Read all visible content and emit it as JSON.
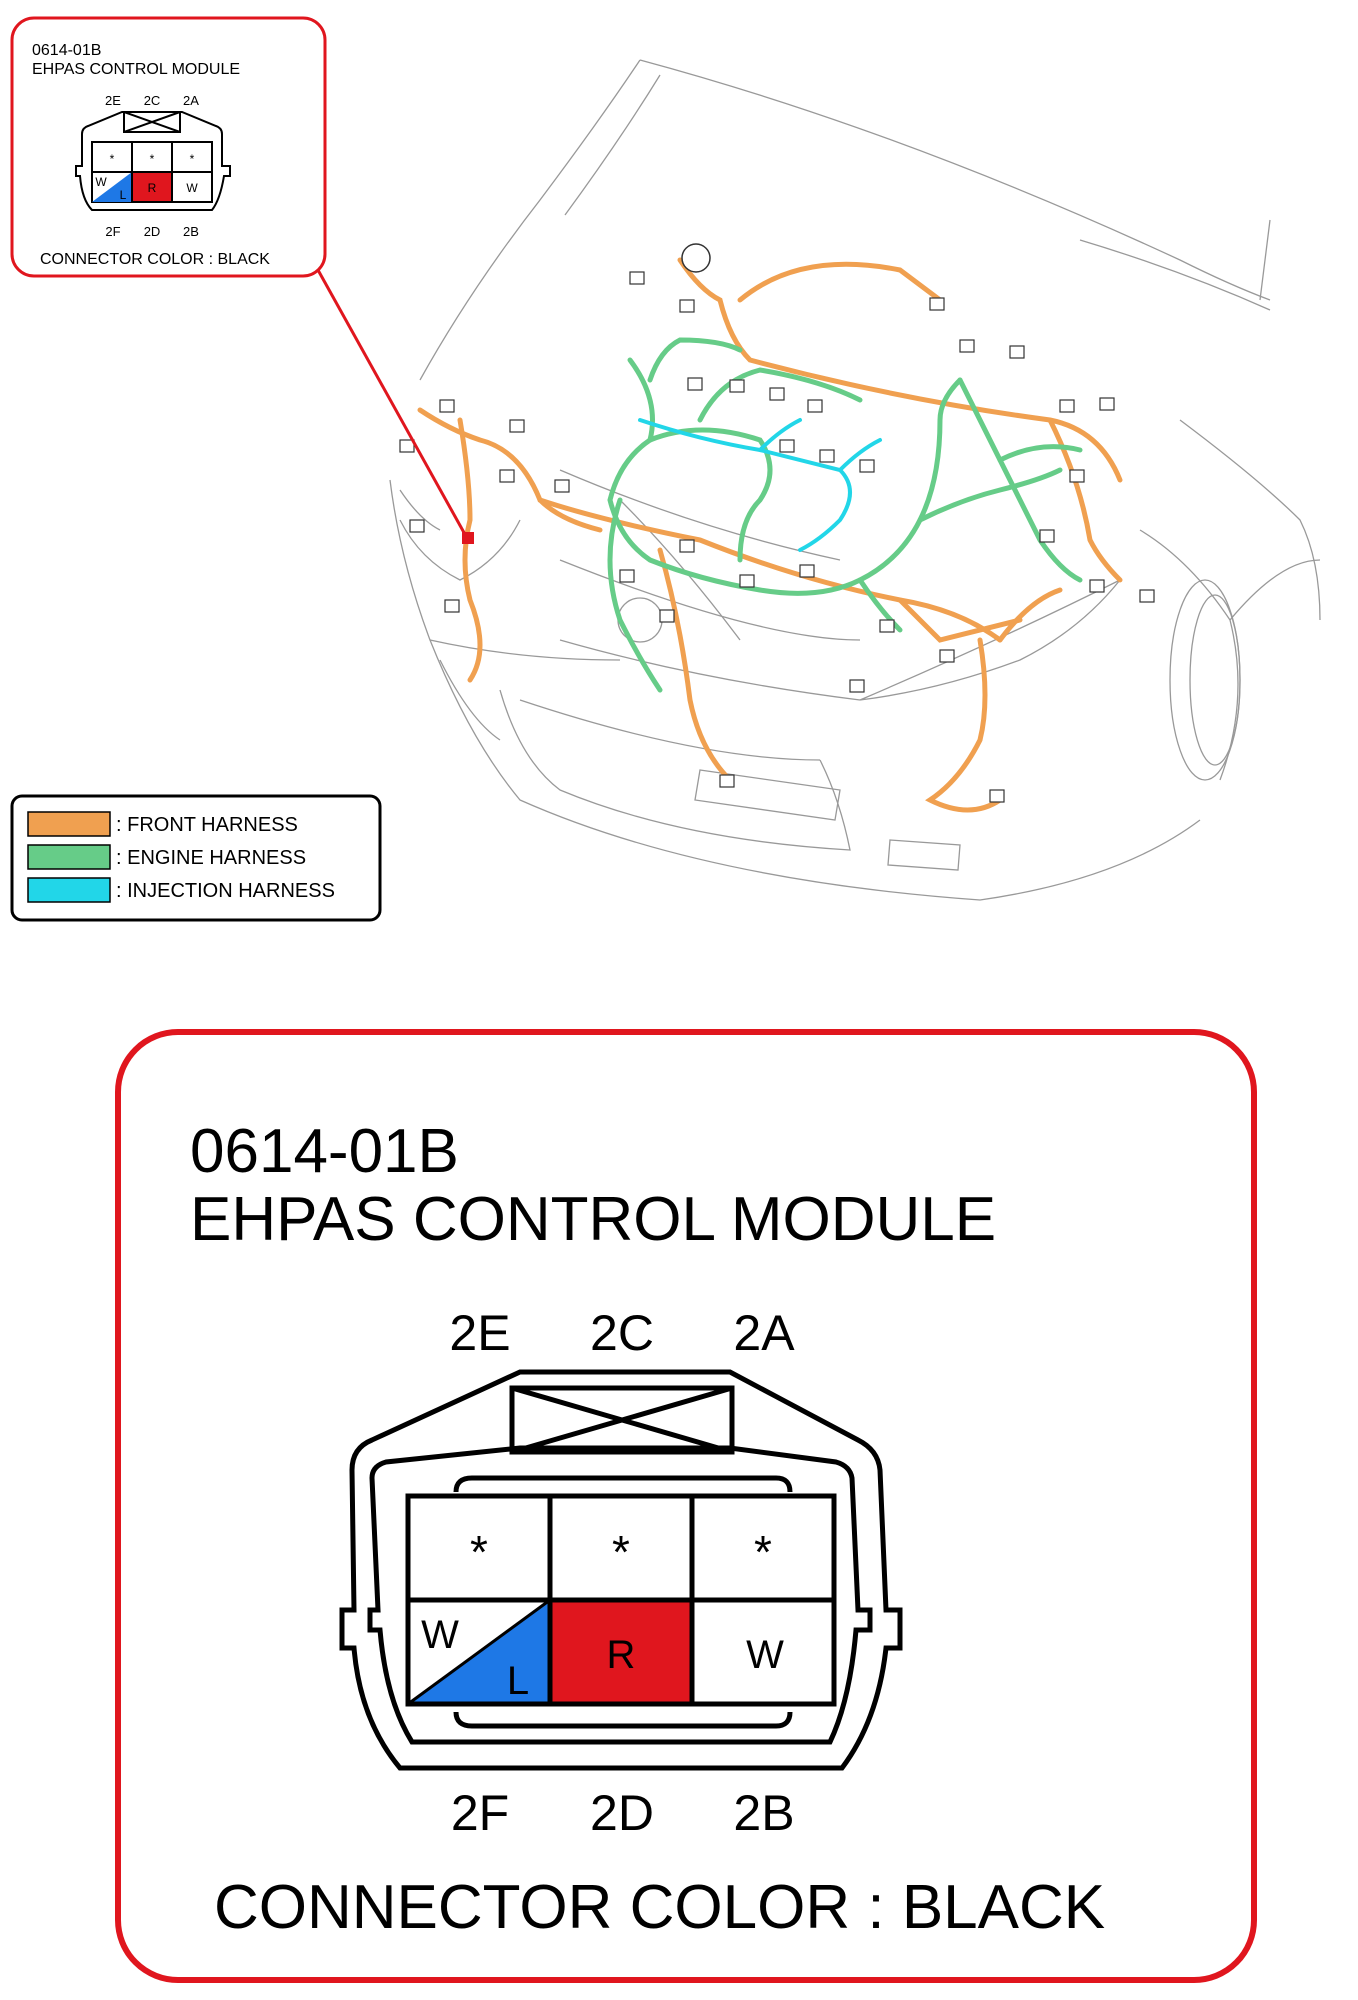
{
  "inset": {
    "code": "0614-01B",
    "name": "EHPAS CONTROL MODULE",
    "pins_top": [
      "2E",
      "2C",
      "2A"
    ],
    "pins_bottom": [
      "2F",
      "2D",
      "2B"
    ],
    "cells_top": [
      "*",
      "*",
      "*"
    ],
    "cell_2F_upper": "W",
    "cell_2F_lower": "L",
    "cell_2D": "R",
    "cell_2B": "W",
    "connector_color": "CONNECTOR COLOR : BLACK"
  },
  "legend": [
    {
      "label": ": FRONT HARNESS",
      "color": "#F0A050"
    },
    {
      "label": ": ENGINE HARNESS",
      "color": "#66CC88"
    },
    {
      "label": ": INJECTION HARNESS",
      "color": "#22D6E8"
    }
  ],
  "detail": {
    "code": "0614-01B",
    "name": "EHPAS CONTROL MODULE",
    "pins_top": [
      "2E",
      "2C",
      "2A"
    ],
    "pins_bottom": [
      "2F",
      "2D",
      "2B"
    ],
    "cells_top": [
      "*",
      "*",
      "*"
    ],
    "cell_2F_upper": "W",
    "cell_2F_lower": "L",
    "cell_2D": "R",
    "cell_2B": "W",
    "connector_color": "CONNECTOR COLOR : BLACK"
  },
  "colors": {
    "frame_red": "#E0161E",
    "pin_blue": "#1E78E6",
    "pin_red": "#E0161E",
    "front_harness": "#F0A050",
    "engine_harness": "#66CC88",
    "injection_harness": "#22D6E8"
  }
}
